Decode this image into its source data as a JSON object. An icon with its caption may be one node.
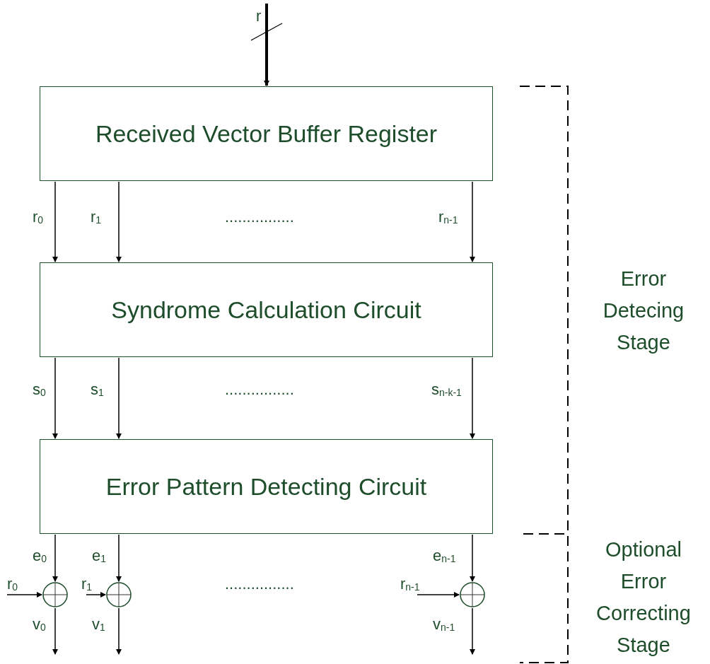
{
  "diagram": {
    "nodes": [
      {
        "text": [
          "Received Vector Buffer Register"
        ]
      },
      {
        "text": [
          "Syndrome Calculation Circuit"
        ]
      },
      {
        "text": [
          "Error Pattern Detecting Circuit"
        ]
      },
      {
        "text": [],
        "shape": "circle"
      },
      {
        "text": [],
        "shape": "circle"
      },
      {
        "text": [],
        "shape": "circle"
      }
    ],
    "edges": [
      {
        "from": null,
        "to": 0,
        "arrow": "to",
        "label": "r",
        "style": "thick"
      },
      {
        "from": 0,
        "to": 1,
        "arrow": "to",
        "label": "r$_{0}$"
      },
      {
        "from": 0,
        "to": 1,
        "arrow": "to",
        "label": "r$_{1}$"
      },
      {
        "from": 0,
        "to": 1,
        "arrow": "to",
        "label": "r$_{n-1}$"
      },
      {
        "from": 1,
        "to": 2,
        "arrow": "to",
        "label": "s$_{0}$"
      },
      {
        "from": 1,
        "to": 2,
        "arrow": "to",
        "label": "s$_{1}$"
      },
      {
        "from": 1,
        "to": 2,
        "arrow": "to",
        "label": "s$_{n-k-1}$"
      },
      {
        "from": 2,
        "to": 3,
        "arrow": "to",
        "label": "e$_{0}$"
      },
      {
        "from": 2,
        "to": 4,
        "arrow": "to",
        "label": "e$_{1}$"
      },
      {
        "from": 2,
        "to": 5,
        "arrow": "to",
        "label": "e$_{n-1}$"
      },
      {
        "from": null,
        "to": 3,
        "arrow": "to",
        "label": "r$_{0}$"
      },
      {
        "from": null,
        "to": 4,
        "arrow": "to",
        "label": "r$_{1}$"
      },
      {
        "from": null,
        "to": 5,
        "arrow": "to",
        "label": "r$_{n-1}$"
      },
      {
        "from": 3,
        "to": null,
        "arrow": "to",
        "label": "v$_{0}$"
      },
      {
        "from": 4,
        "to": null,
        "arrow": "to",
        "label": "v$_{1}$"
      },
      {
        "from": 5,
        "to": null,
        "arrow": "to",
        "label": "v$_{n-1}$"
      }
    ],
    "labels": [
      "................",
      "................",
      "................",
      "Error Detecing Stage",
      "Optional Error Correcting Stage"
    ]
  }
}
